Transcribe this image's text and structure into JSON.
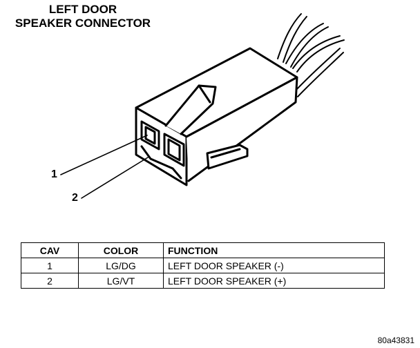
{
  "title": {
    "line1": "LEFT DOOR",
    "line2": "SPEAKER CONNECTOR"
  },
  "callouts": [
    "1",
    "2"
  ],
  "table": {
    "headers": [
      "CAV",
      "COLOR",
      "FUNCTION"
    ],
    "rows": [
      [
        "1",
        "LG/DG",
        "LEFT DOOR SPEAKER (-)"
      ],
      [
        "2",
        "LG/VT",
        "LEFT DOOR SPEAKER (+)"
      ]
    ]
  },
  "figure_id": "80a43831"
}
